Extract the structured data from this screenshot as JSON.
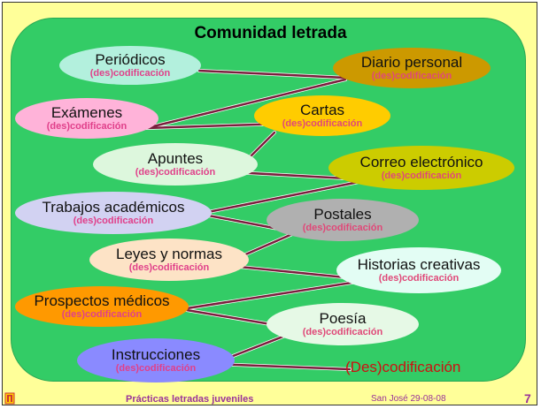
{
  "title": "Comunidad letrada",
  "left_items": [
    {
      "label": "Periódicos",
      "sub": "(des)codificación"
    },
    {
      "label": "Exámenes",
      "sub": "(des)codificación"
    },
    {
      "label": "Apuntes",
      "sub": "(des)codificación"
    },
    {
      "label": "Trabajos académicos",
      "sub": "(des)codificación"
    },
    {
      "label": "Leyes y normas",
      "sub": "(des)codificación"
    },
    {
      "label": "Prospectos médicos",
      "sub": "(des)codificación"
    },
    {
      "label": "Instrucciones",
      "sub": "(des)codificación"
    }
  ],
  "right_items": [
    {
      "label": "Diario personal",
      "sub": "(des)codificación"
    },
    {
      "label": "Cartas",
      "sub": "(des)codificación"
    },
    {
      "label": "Correo electrónico",
      "sub": "(des)codificación"
    },
    {
      "label": "Postales",
      "sub": "(des)codificación"
    },
    {
      "label": "Historias creativas",
      "sub": "(des)codificación"
    },
    {
      "label": "Poesía",
      "sub": "(des)codificación"
    }
  ],
  "final_note": "(Des)codificación",
  "footer": {
    "course": "Prácticas letradas juveniles",
    "date": "San José 29-08-08",
    "page": "7"
  },
  "colors": {
    "background": "#ffff99",
    "panel": "#33cc66",
    "connector": "#7a1f3d",
    "sub_label": "#e0408a",
    "footer_text": "#993399"
  },
  "icons": [
    "logo-icon"
  ]
}
